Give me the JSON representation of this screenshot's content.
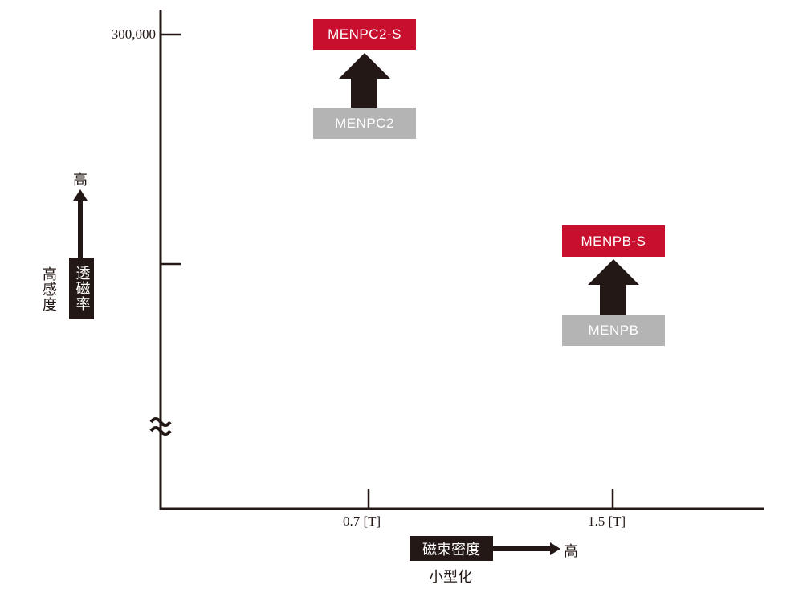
{
  "y_axis": {
    "tick_label": "300,000",
    "arrow_high": "高",
    "name": "透磁率",
    "meaning": "高感度"
  },
  "x_axis": {
    "ticks": [
      "0.7 [T]",
      "1.5 [T]"
    ],
    "name": "磁束密度",
    "arrow_high": "高",
    "meaning": "小型化"
  },
  "products": [
    {
      "base": "MENPC2",
      "improved": "MENPC2-S"
    },
    {
      "base": "MENPB",
      "improved": "MENPB-S"
    }
  ],
  "colors": {
    "improved": "#c8102e",
    "base": "#b4b4b4",
    "ink": "#231815"
  }
}
